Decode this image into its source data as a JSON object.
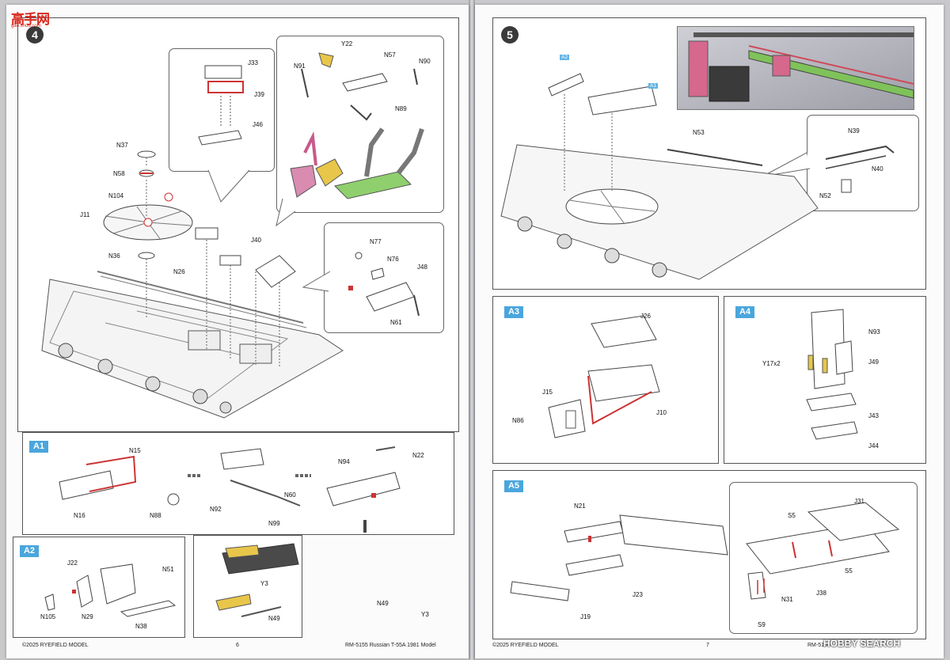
{
  "watermark": {
    "cn": "高手网",
    "url": "gao.shou.com"
  },
  "left_page": {
    "step": "4",
    "footer_copyright": "©2025 RYEFIELD MODEL",
    "page_number": "6",
    "footer_title": "RM-5155 Russian T-55A 1981 Model",
    "main_labels": [
      "N37",
      "N58",
      "N104",
      "J11",
      "N36",
      "N26",
      "J40",
      "J33",
      "J39",
      "J46"
    ],
    "callout_top": [
      "N91",
      "Y22",
      "N57",
      "N90",
      "N89"
    ],
    "callout_mid": [
      "N77",
      "N76",
      "J48",
      "N61"
    ],
    "a1": {
      "badge": "A1",
      "labels": [
        "N15",
        "N16",
        "N88",
        "N92",
        "N60",
        "N99",
        "N94",
        "N22",
        "N49",
        "Y3"
      ]
    },
    "a2": {
      "badge": "A2",
      "labels": [
        "J22",
        "N51",
        "N105",
        "N29",
        "N38"
      ]
    },
    "a3box": {
      "labels": [
        "Y3",
        "N49"
      ]
    }
  },
  "right_page": {
    "step": "5",
    "footer_copyright": "©2025 RYEFIELD MODEL",
    "page_number": "7",
    "footer_title": "RM-5155",
    "main_labels": [
      "A2",
      "A1",
      "N53"
    ],
    "callout": [
      "N39",
      "N40",
      "N52"
    ],
    "a3": {
      "badge": "A3",
      "labels": [
        "J26",
        "J15",
        "N86",
        "J10"
      ]
    },
    "a4": {
      "badge": "A4",
      "labels": [
        "N93",
        "J49",
        "Y17x2",
        "J43",
        "J44"
      ]
    },
    "a5": {
      "badge": "A5",
      "labels": [
        "N21",
        "J23",
        "J19",
        "J31",
        "S5",
        "S5",
        "N31",
        "J38",
        "S9"
      ]
    }
  },
  "brand_watermark": "HOBBY SEARCH"
}
